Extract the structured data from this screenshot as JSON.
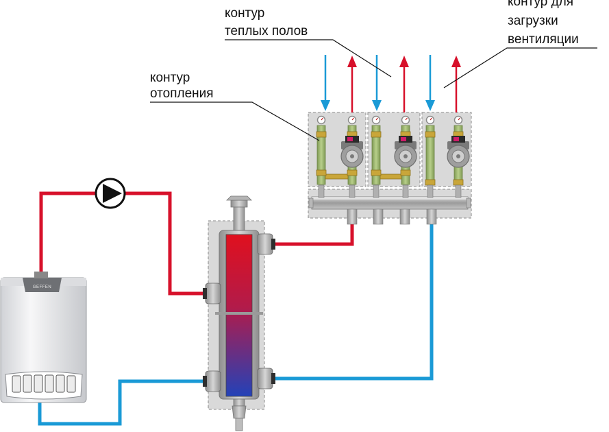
{
  "labels": {
    "heating_circuit": {
      "line1": "контур",
      "line2": "отопления"
    },
    "floor_circuit": {
      "line1": "контур",
      "line2": "теплых полов"
    },
    "vent_circuit": {
      "line1": "контур для",
      "line2": "загрузки",
      "line3": "вентиляции"
    }
  },
  "boiler": {
    "brand": "GEFFEN"
  },
  "colors": {
    "supply_hot": "#d7102a",
    "return_cold": "#1a9ad6",
    "zone_fill": "#d9d9d9",
    "zone_border": "#8a8a8a",
    "pipe_green": "#9db56f",
    "metal": "#a6a6a6"
  },
  "icons": [
    "pump-icon",
    "circulation-pump-icon",
    "thermometer-icon",
    "flow-arrow-icon",
    "boiler-icon",
    "hydraulic-separator-icon"
  ]
}
